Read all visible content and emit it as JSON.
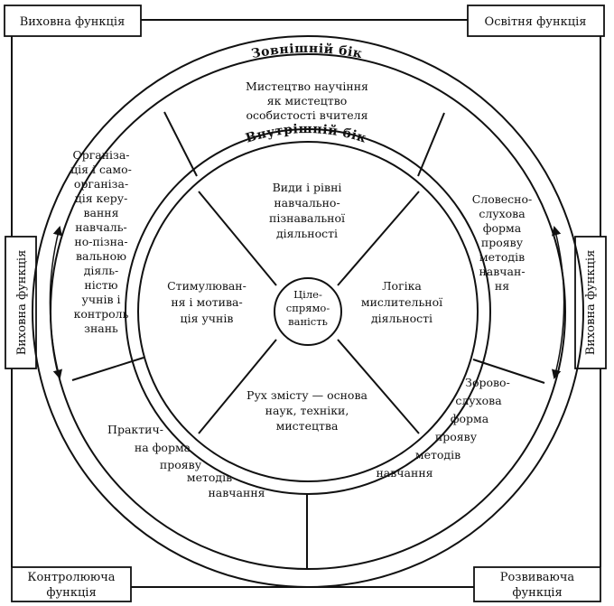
{
  "functions": {
    "top_left": "Виховна функція",
    "top_right": "Освітня функція",
    "left": "Виховна функція",
    "right": "Виховна функція",
    "bottom_left": [
      "Контролююча",
      "функція"
    ],
    "bottom_right": [
      "Розвиваюча",
      "функція"
    ]
  },
  "rings": {
    "outer_title": "Зовнішній  бік",
    "inner_title": "Внутрішній  бік"
  },
  "outer_sectors": {
    "top": [
      "Мистецтво научіння",
      "як мистецтво",
      "особистості вчителя"
    ],
    "left": [
      "Організа-",
      "ція і само-",
      "організа-",
      "ція керу-",
      "вання",
      "навчаль-",
      "но-пізна-",
      "вальною",
      "діяль-",
      "ністю",
      "учнів і",
      "контроль",
      "знань"
    ],
    "right_top": [
      "Словесно-",
      "слухова",
      "форма",
      "прояву",
      "методів",
      "навчан-",
      "ня"
    ],
    "right_bottom": [
      "Зорово-",
      "слухова",
      "форма",
      "прояву",
      "методів",
      "навчання"
    ],
    "bottom_left": [
      "Практич-",
      "на форма",
      "прояву",
      "методів",
      "навчання"
    ]
  },
  "inner_sectors": {
    "top": [
      "Види і рівні",
      "навчально-",
      "пізнавальної",
      "діяльності"
    ],
    "left": [
      "Стимулюван-",
      "ня і мотива-",
      "ція учнів"
    ],
    "right": [
      "Логіка",
      "мислительної",
      "діяльності"
    ],
    "bottom": [
      "Рух змісту — основа",
      "наук, техніки,",
      "мистецтва"
    ]
  },
  "center": [
    "Ціле-",
    "спрямо-",
    "ваність"
  ]
}
